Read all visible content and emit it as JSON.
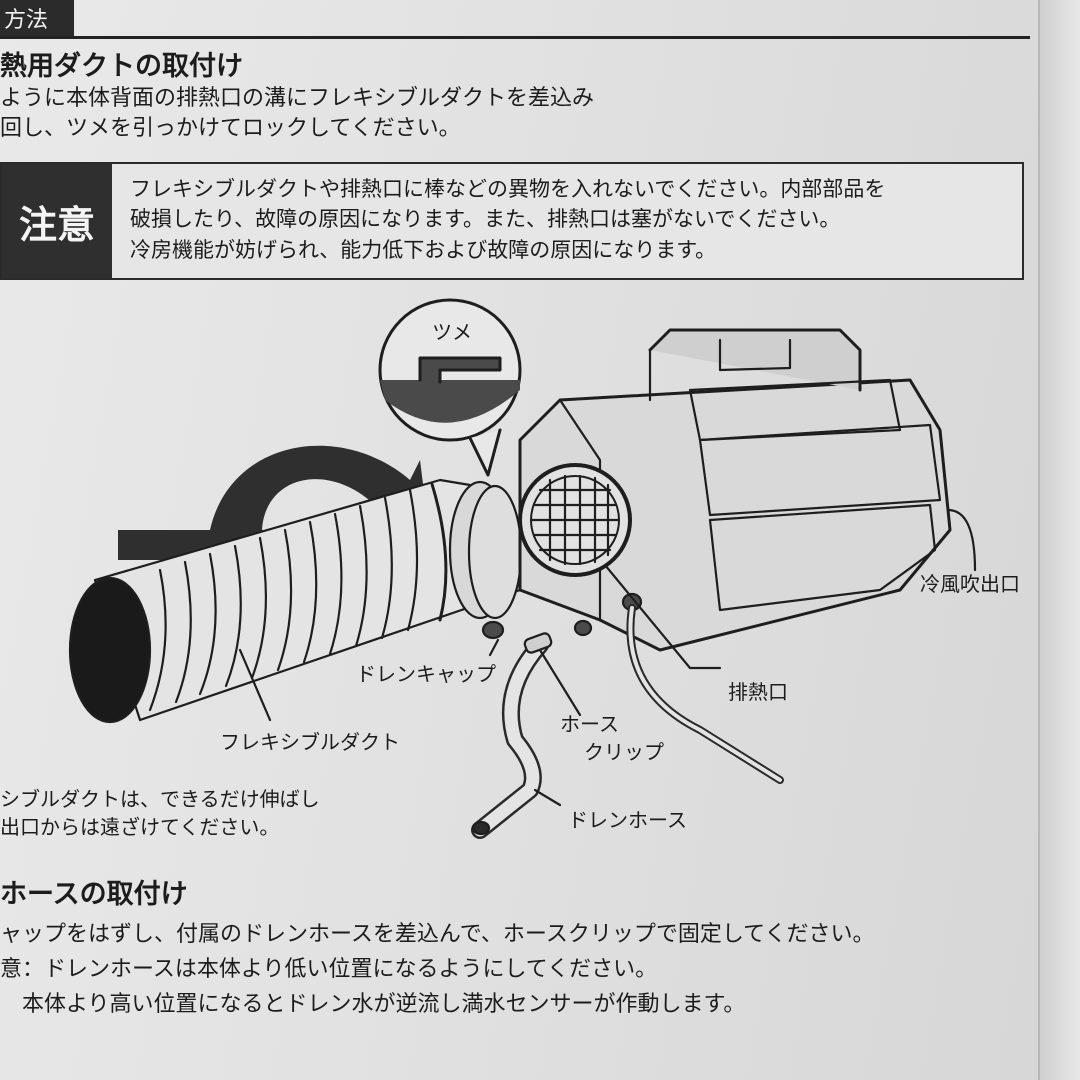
{
  "header": {
    "tab_label": "方法"
  },
  "section1": {
    "heading": "熱用ダクトの取付け",
    "lines": [
      "ように本体背面の排熱口の溝にフレキシブルダクトを差込み",
      "回し、ツメを引っかけてロックしてください。"
    ]
  },
  "caution": {
    "label": "注意",
    "lines": [
      "フレキシブルダクトや排熱口に棒などの異物を入れないでください。内部部品を",
      "破損したり、故障の原因になります。また、排熱口は塞がないでください。",
      "冷房機能が妨げられ、能力低下および故障の原因になります。"
    ]
  },
  "illustration": {
    "tsume_label": "ツメ",
    "reiru_label": "冷風吹出口",
    "haineki_label": "排熱口",
    "drain_cap_label": "ドレンキャップ",
    "hose_clip_label1": "ホース",
    "hose_clip_label2": "クリップ",
    "flex_duct_label": "フレキシブルダクト",
    "drain_hose_label": "ドレンホース"
  },
  "note": {
    "lines": [
      "シブルダクトは、できるだけ伸ばし",
      "出口からは遠ざけてください。"
    ]
  },
  "section2": {
    "heading": "ホースの取付け",
    "lines": [
      "ャップをはずし、付属のドレンホースを差込んで、ホースクリップで固定してください。",
      "意：ドレンホースは本体より低い位置になるようにしてください。",
      "　本体より高い位置になるとドレン水が逆流し満水センサーが作動します。"
    ]
  }
}
